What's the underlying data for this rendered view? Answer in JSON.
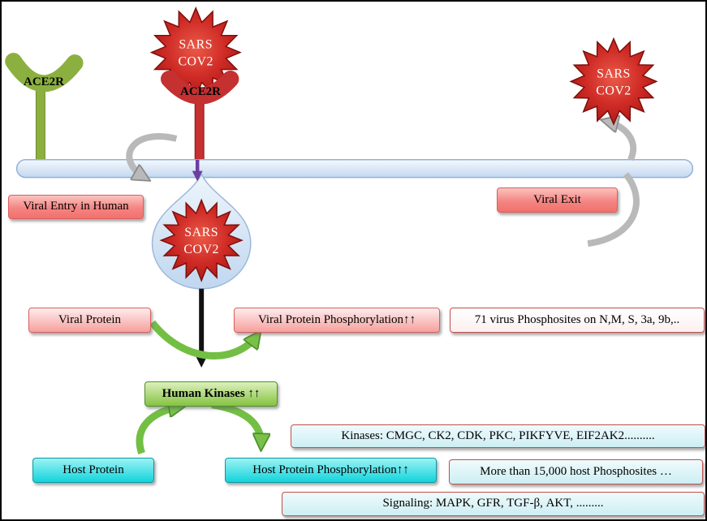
{
  "nodes": {
    "ace2r_green": {
      "label": "ACE2R"
    },
    "ace2r_red": {
      "label": "ACE2R"
    },
    "sars_top": {
      "line1": "SARS",
      "line2": "COV2"
    },
    "sars_right": {
      "line1": "SARS",
      "line2": "COV2"
    },
    "sars_droplet": {
      "line1": "SARS",
      "line2": "COV2"
    },
    "viral_entry": {
      "label": "Viral Entry in Human"
    },
    "viral_exit": {
      "label": "Viral Exit"
    },
    "viral_protein": {
      "label": "Viral Protein"
    },
    "viral_protein_phos": {
      "label": "Viral Protein Phosphorylation↑↑"
    },
    "virus_phosphosites": {
      "label": "71 virus Phosphosites on N,M, S, 3a, 9b,.."
    },
    "human_kinases": {
      "label": "Human Kinases ↑↑"
    },
    "kinases_list": {
      "label": "Kinases: CMGC, CK2, CDK, PKC, PIKFYVE, EIF2AK2.........."
    },
    "host_protein": {
      "label": "Host Protein"
    },
    "host_protein_phos": {
      "label": "Host Protein Phosphorylation↑↑"
    },
    "host_phosphosites": {
      "label": "More than 15,000 host Phosphosites …"
    },
    "signaling": {
      "label": "Signaling: MAPK, GFR, TGF-β, AKT, ........."
    }
  },
  "colors": {
    "star_red": "#cf2b26",
    "star_red_dark": "#7e0f0c",
    "membrane_fill": "#cfe0f2",
    "membrane_border": "#8fb2d9",
    "green_receptor": "#8cb03f",
    "red_receptor": "#c53030",
    "salmon": "#f4817e",
    "salmon_border": "#d8615e",
    "cyan": "#12d4dc",
    "cyan_border": "#0b9aa4",
    "palecyan": "#d9f3f7",
    "palecyan_border": "#c0504d",
    "green_box": "#84c341",
    "green_border": "#4e8f2a",
    "green_arrow": "#72bf44",
    "gray_arrow": "#b9b9b9",
    "purple_arrow": "#6b3fa0",
    "black_arrow": "#111111"
  }
}
